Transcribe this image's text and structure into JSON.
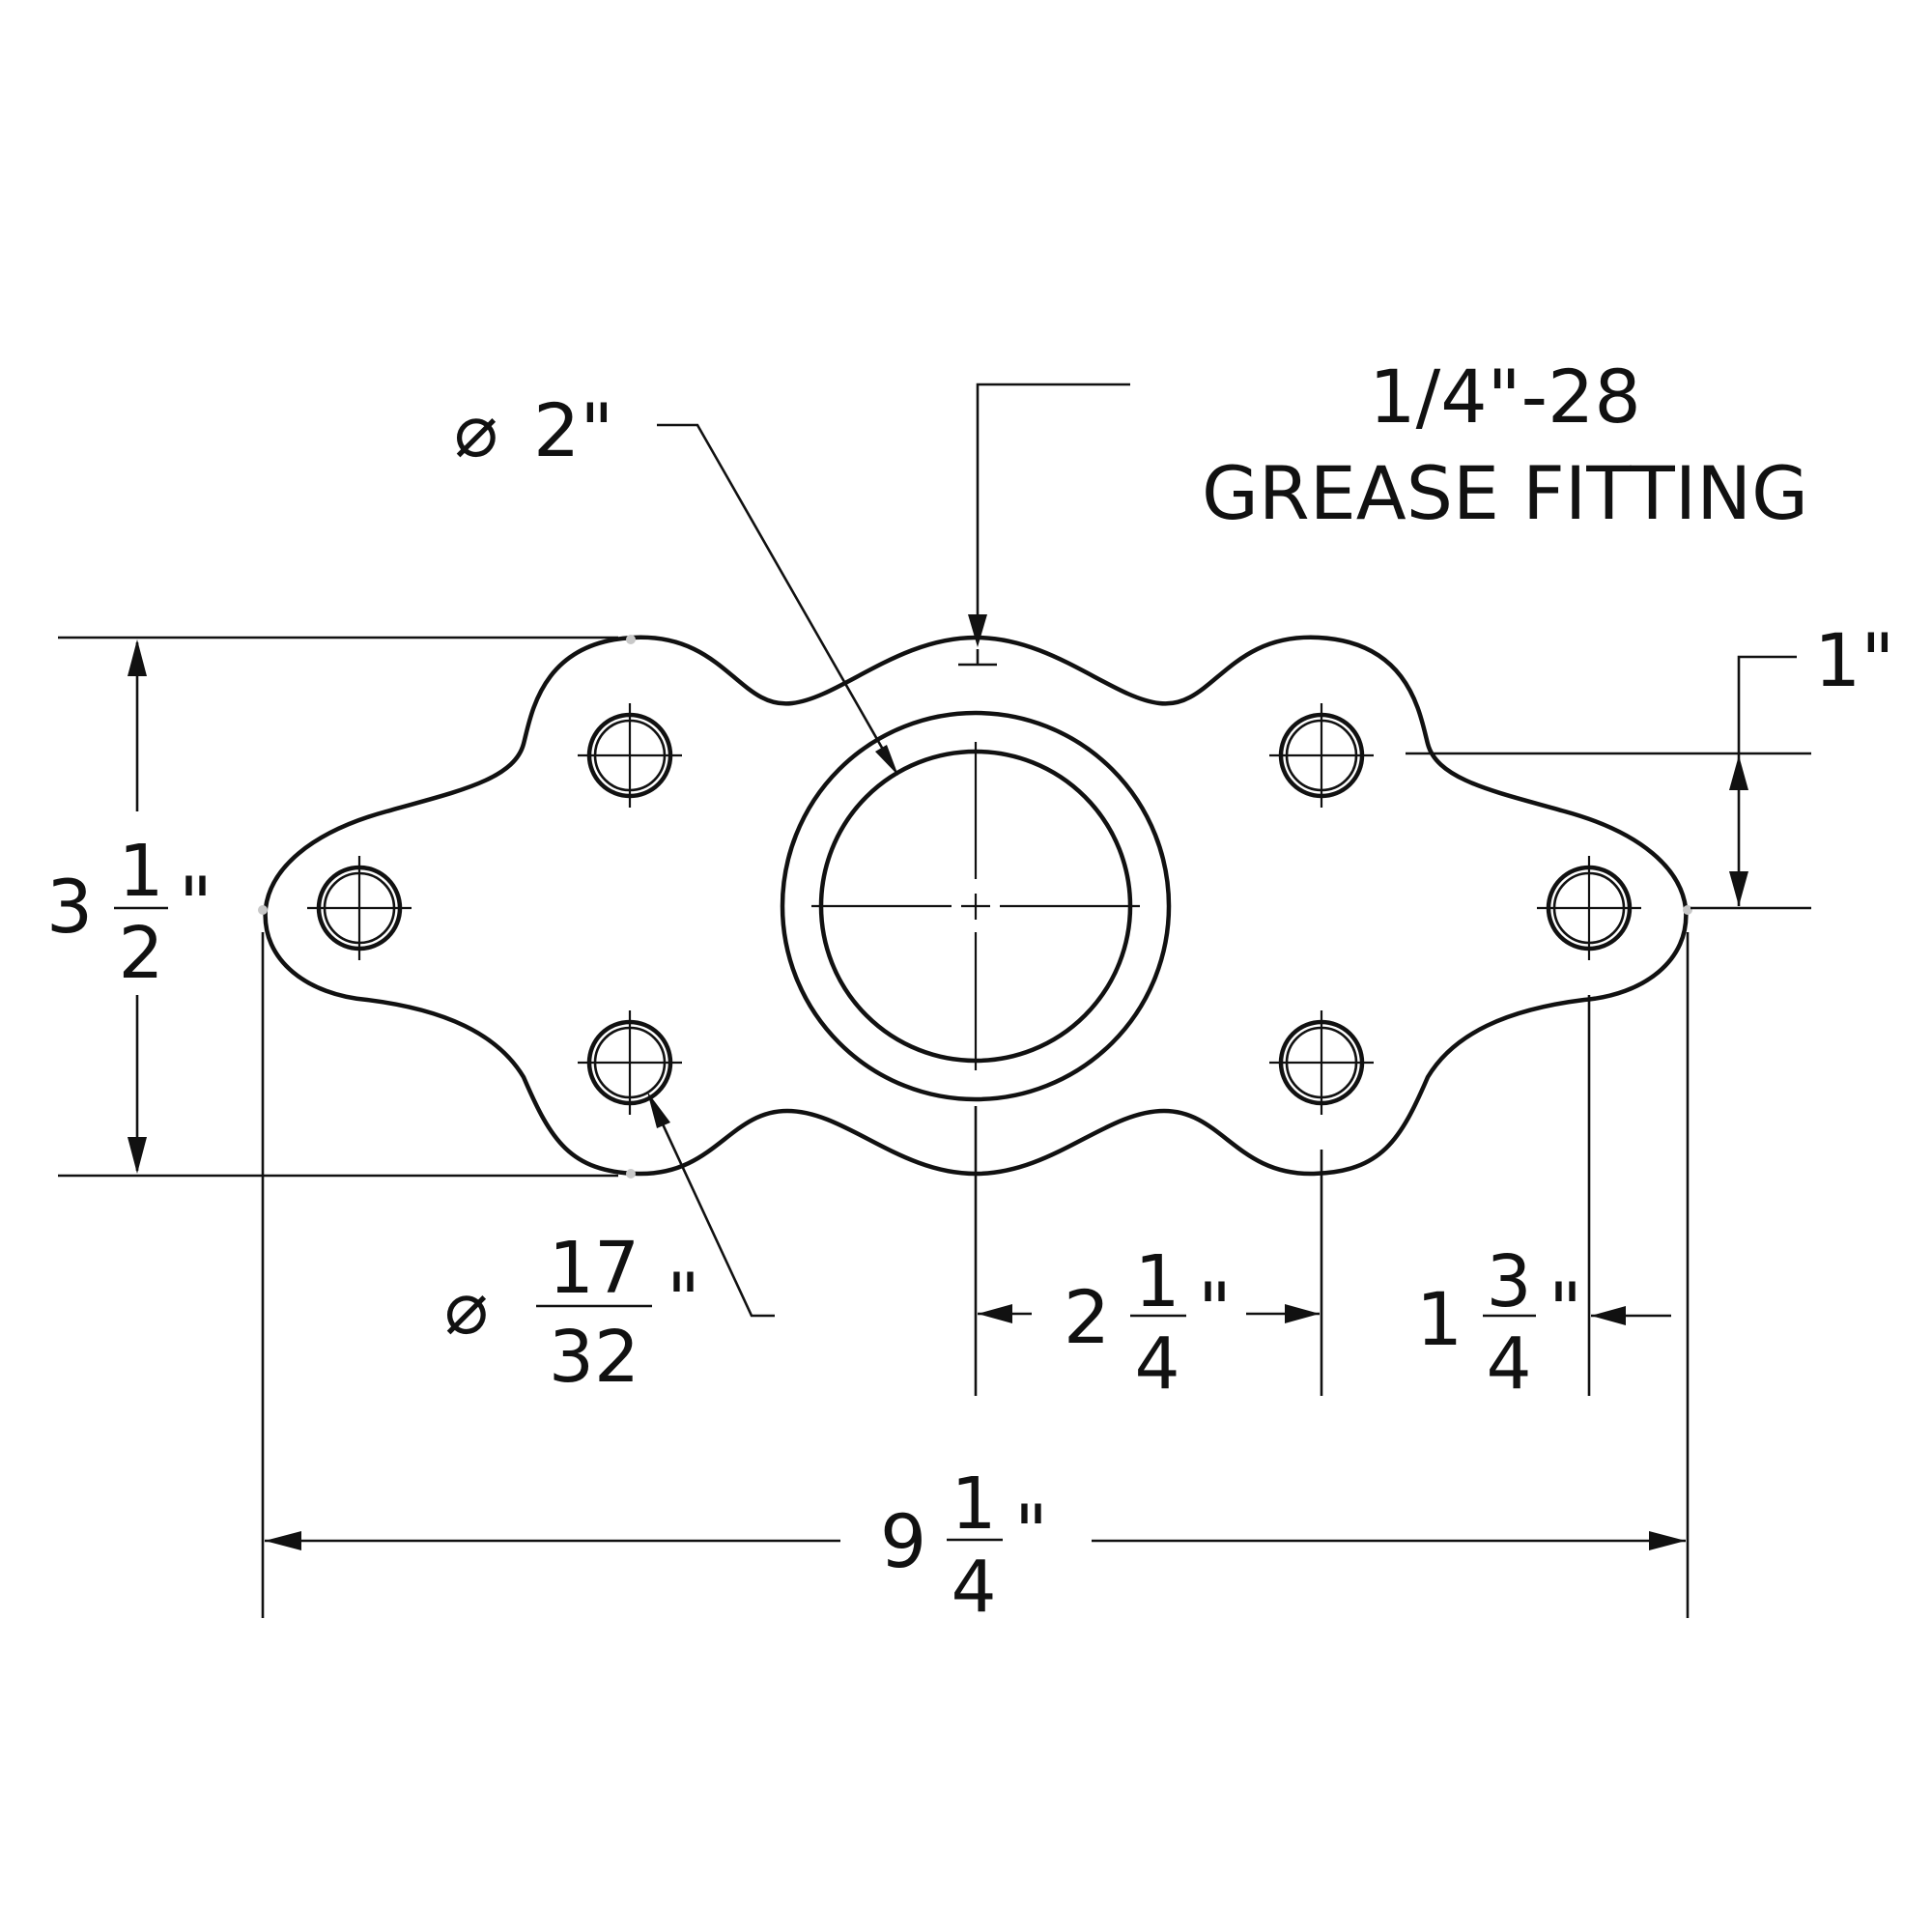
{
  "callouts": {
    "grease_fitting_line1": "1/4\"-28",
    "grease_fitting_line2": "GREASE FITTING",
    "bore_diameter": "2\"",
    "hole_diameter_num": "17",
    "hole_diameter_den": "32",
    "hole_diameter_unit": "\"",
    "diameter_symbol": "⌀"
  },
  "dimensions": {
    "overall_height_whole": "3",
    "overall_height_num": "1",
    "overall_height_den": "2",
    "overall_height_unit": "\"",
    "hole_offset": "1\"",
    "center_to_hole_whole": "2",
    "center_to_hole_num": "1",
    "center_to_hole_den": "4",
    "center_to_hole_unit": "\"",
    "hole_to_edge_whole": "1",
    "hole_to_edge_num": "3",
    "hole_to_edge_den": "4",
    "hole_to_edge_unit": "\"",
    "overall_width_whole": "9",
    "overall_width_num": "1",
    "overall_width_den": "4",
    "overall_width_unit": "\""
  }
}
